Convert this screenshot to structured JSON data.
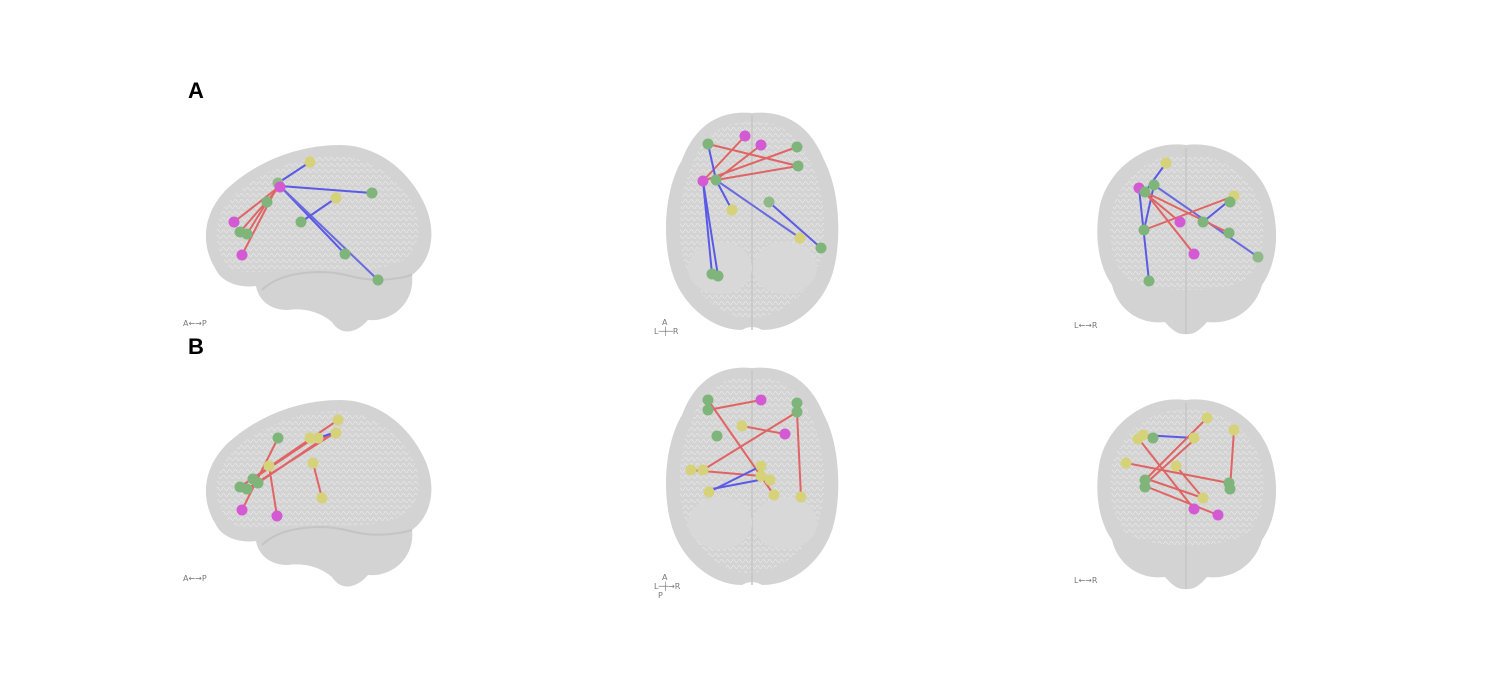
{
  "figure": {
    "panels": [
      {
        "label": "A",
        "views": [
          {
            "view": "sagittal",
            "orientation": "A←→P"
          },
          {
            "view": "axial",
            "orientation_top": "A",
            "orientation_mid": "L─┼─R",
            "orientation_bottom": ""
          },
          {
            "view": "coronal",
            "orientation": "L←→R"
          }
        ]
      },
      {
        "label": "B",
        "views": [
          {
            "view": "sagittal",
            "orientation": "A←→P"
          },
          {
            "view": "axial",
            "orientation_top": "A",
            "orientation_mid": "L─┼→R",
            "orientation_bottom": "P"
          },
          {
            "view": "coronal",
            "orientation": "L←→R"
          }
        ]
      }
    ],
    "colors": {
      "brain": "#d2d2d2",
      "brain_texture": "#e6e6e6",
      "edge_positive": "#e05a5a",
      "edge_negative": "#5050e0",
      "node_green": "#7fb57a",
      "node_yellow": "#d8d060",
      "node_magenta": "#d45ad4"
    }
  }
}
